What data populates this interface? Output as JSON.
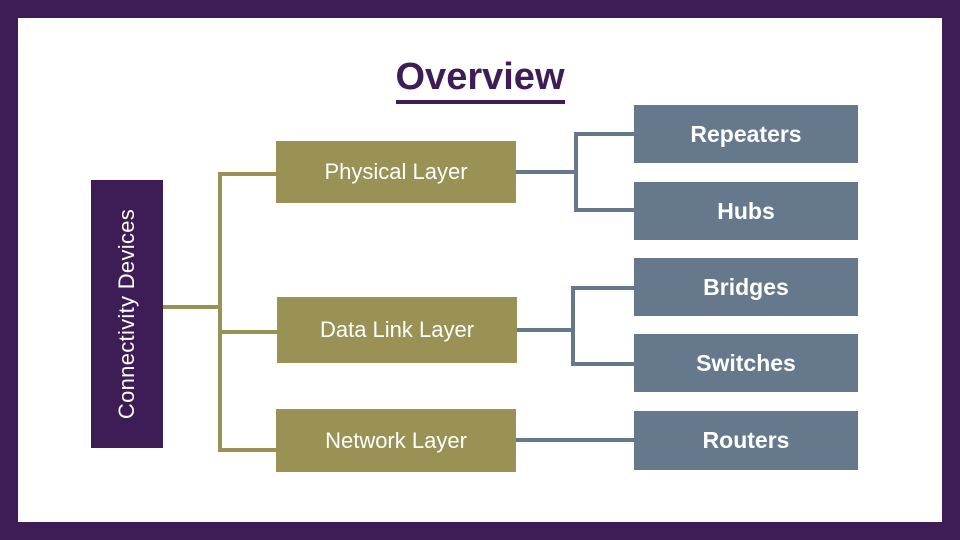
{
  "slide": {
    "title": "Overview",
    "border_color": "#3e1d56",
    "background_color": "#ffffff"
  },
  "root": {
    "label": "Connectivity Devices",
    "color": "#3e1d56",
    "text_color": "#ffffff",
    "orientation": "vertical-bottom-to-top"
  },
  "layers": {
    "color": "#9a9254",
    "text_color": "#ffffff",
    "items": [
      {
        "label": "Physical Layer"
      },
      {
        "label": "Data Link Layer"
      },
      {
        "label": "Network Layer"
      }
    ]
  },
  "devices": {
    "color": "#65788c",
    "text_color": "#ffffff",
    "items": [
      {
        "label": "Repeaters",
        "parent": "Physical Layer"
      },
      {
        "label": "Hubs",
        "parent": "Physical Layer"
      },
      {
        "label": "Bridges",
        "parent": "Data Link Layer"
      },
      {
        "label": "Switches",
        "parent": "Data Link Layer"
      },
      {
        "label": "Routers",
        "parent": "Network Layer"
      }
    ]
  },
  "connectors": {
    "gold_color": "#9a9254",
    "blue_color": "#65788c"
  }
}
